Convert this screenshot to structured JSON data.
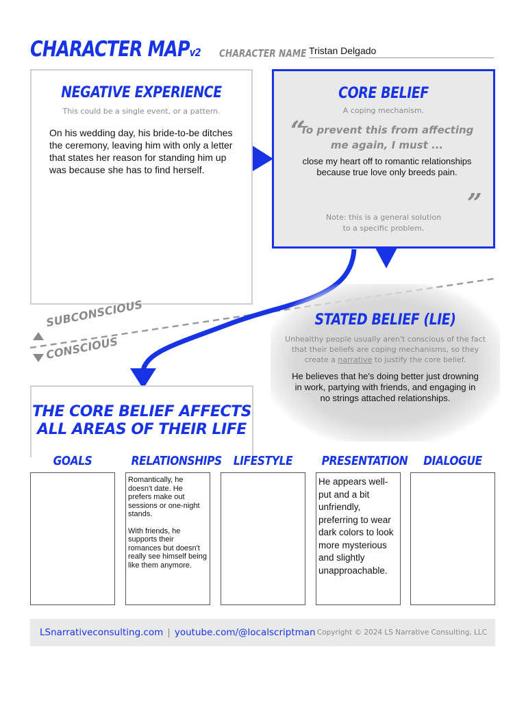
{
  "header": {
    "title": "CHARACTER MAP",
    "version": "v2",
    "character_name_label": "CHARACTER NAME",
    "character_name_value": "Tristan Delgado"
  },
  "negative_experience": {
    "title": "NEGATIVE EXPERIENCE",
    "subtitle": "This could be a single event, or a pattern.",
    "text": "On his wedding day, his bride-to-be ditches the ceremony, leaving him with only a letter that states her reason for standing him up was because she has to find herself."
  },
  "core_belief": {
    "title": "CORE BELIEF",
    "subtitle": "A coping mechanism.",
    "open_quote": "“",
    "close_quote": "”",
    "prompt": "To prevent this from affecting me again, I must ...",
    "text": "close my heart off to romantic relationships because true love only breeds pain.",
    "note_line1": "Note: this is a general solution",
    "note_line2": "to a specific problem."
  },
  "stated_belief": {
    "title": "STATED BELIEF (LIE)",
    "subtitle_before": "Unhealthy people usually aren't conscious of the fact that their beliefs are coping mechanisms, so they create a ",
    "subtitle_link": "narrative",
    "subtitle_after": " to justify the core belief.",
    "text": "He believes that he's doing better just drowning in work, partying with friends, and engaging in no strings attached relationships."
  },
  "divider": {
    "subconscious": "SUBCONSCIOUS",
    "conscious": "CONSCIOUS"
  },
  "affects": {
    "title_line1": "THE CORE BELIEF AFFECTS",
    "title_line2": "ALL AREAS OF THEIR LIFE"
  },
  "columns": {
    "goals": {
      "label": "GOALS",
      "text": ""
    },
    "relationships": {
      "label": "RELATIONSHIPS",
      "text1": "Romantically, he doesn't date. He prefers make out sessions or one-night stands.",
      "text2": "With friends, he supports their romances but doesn't really see himself being like them anymore."
    },
    "lifestyle": {
      "label": "LIFESTYLE",
      "text": ""
    },
    "presentation": {
      "label": "PRESENTATION",
      "text": "He appears well-put and a bit unfriendly, preferring to wear dark colors to look more mysterious and slightly unapproachable."
    },
    "dialogue": {
      "label": "DIALOGUE",
      "text": ""
    }
  },
  "footer": {
    "website": "LSnarrativeconsulting.com",
    "separator": "|",
    "youtube": "youtube.com/@localscriptman",
    "copyright": "Copyright © 2024 LS Narrative Consulting, LLC"
  },
  "colors": {
    "accent": "#1633e6",
    "muted": "#8a8a8a",
    "panel": "#e9e9e9"
  }
}
